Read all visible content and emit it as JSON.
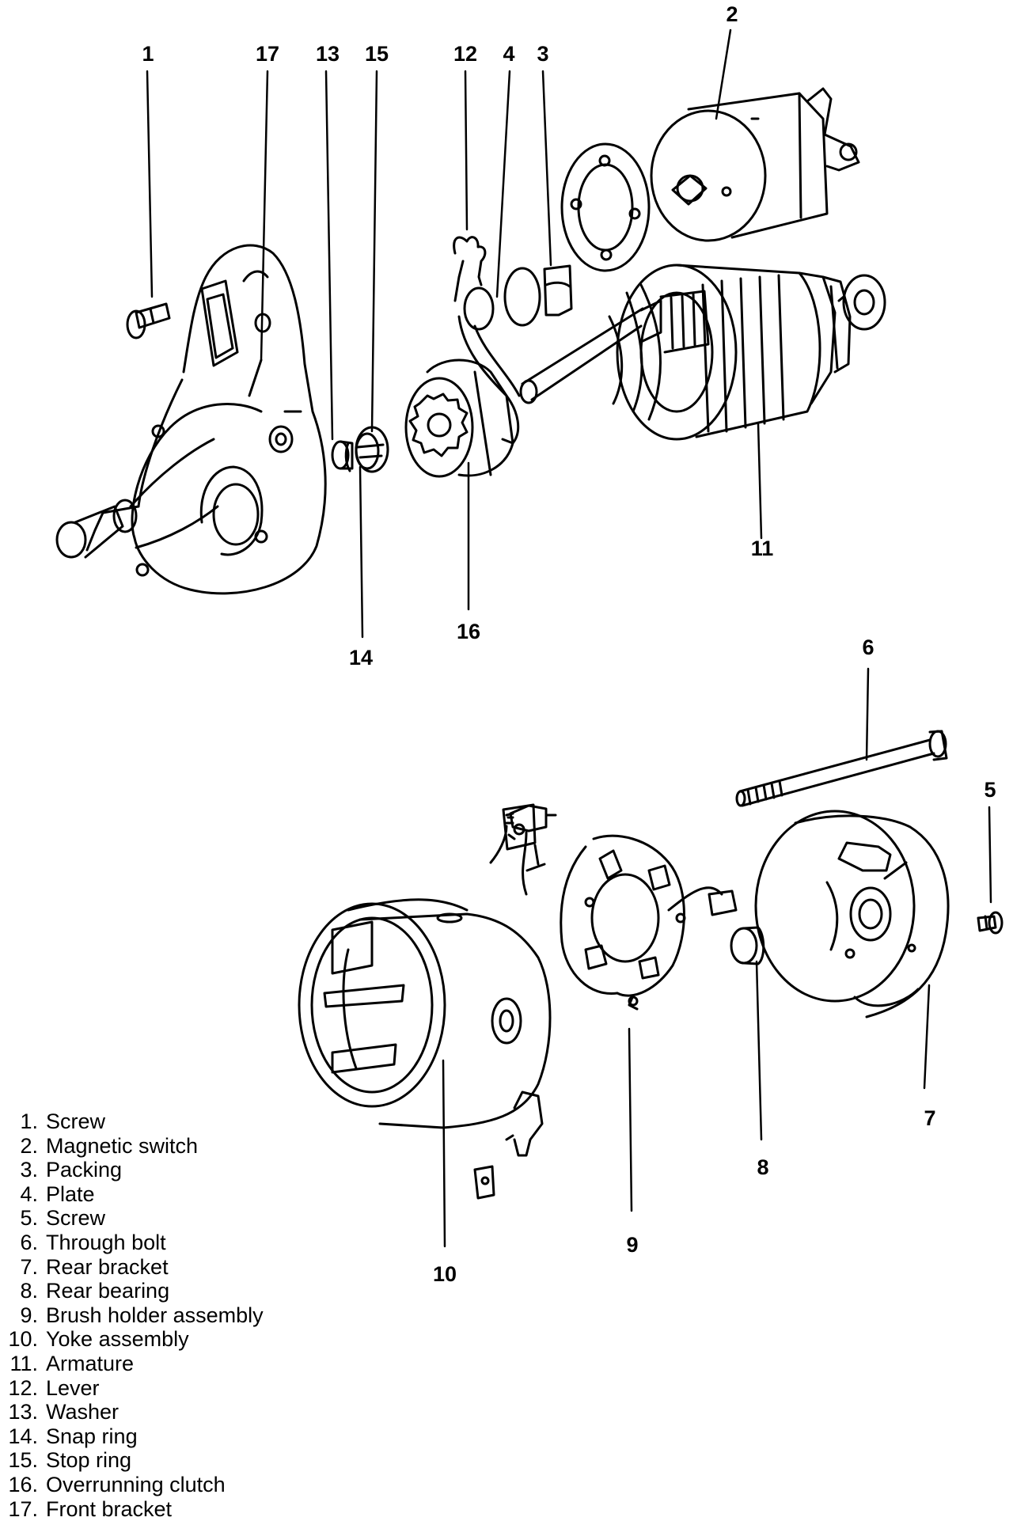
{
  "callouts": {
    "c1": "1",
    "c2": "2",
    "c3": "3",
    "c4": "4",
    "c5": "5",
    "c6": "6",
    "c7": "7",
    "c8": "8",
    "c9": "9",
    "c10": "10",
    "c11": "11",
    "c12": "12",
    "c13": "13",
    "c14": "14",
    "c15": "15",
    "c16": "16",
    "c17": "17"
  },
  "legend": [
    {
      "num": "1.",
      "label": "Screw"
    },
    {
      "num": "2.",
      "label": "Magnetic switch"
    },
    {
      "num": "3.",
      "label": "Packing"
    },
    {
      "num": "4.",
      "label": "Plate"
    },
    {
      "num": "5.",
      "label": "Screw"
    },
    {
      "num": "6.",
      "label": "Through bolt"
    },
    {
      "num": "7.",
      "label": "Rear bracket"
    },
    {
      "num": "8.",
      "label": "Rear bearing"
    },
    {
      "num": "9.",
      "label": "Brush holder assembly"
    },
    {
      "num": "10.",
      "label": "Yoke assembly"
    },
    {
      "num": "11.",
      "label": "Armature"
    },
    {
      "num": "12.",
      "label": "Lever"
    },
    {
      "num": "13.",
      "label": "Washer"
    },
    {
      "num": "14.",
      "label": "Snap ring"
    },
    {
      "num": "15.",
      "label": "Stop ring"
    },
    {
      "num": "16.",
      "label": "Overrunning clutch"
    },
    {
      "num": "17.",
      "label": "Front bracket"
    }
  ]
}
